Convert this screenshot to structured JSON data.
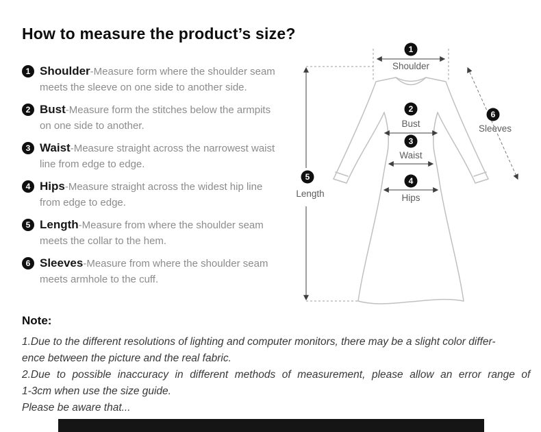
{
  "title": "How to measure the product’s size?",
  "instructions": [
    {
      "num": "1",
      "term": "Shoulder",
      "desc": "-Measure form where the shoulder seam meets the sleeve on one side to another side."
    },
    {
      "num": "2",
      "term": "Bust",
      "desc": "-Measure form the stitches below the armpits on one side to another."
    },
    {
      "num": "3",
      "term": "Waist",
      "desc": "-Measure straight across the narrowest waist line from edge to edge."
    },
    {
      "num": "4",
      "term": "Hips",
      "desc": "-Measure straight across the widest hip line from edge to edge."
    },
    {
      "num": "5",
      "term": "Length",
      "desc": "-Measure from where the shoulder seam meets the collar to the hem."
    },
    {
      "num": "6",
      "term": "Sleeves",
      "desc": "-Measure from where the shoulder seam meets armhole to the cuff."
    }
  ],
  "diagram": {
    "shoulder": {
      "num": "1",
      "label": "Shoulder"
    },
    "bust": {
      "num": "2",
      "label": "Bust"
    },
    "waist": {
      "num": "3",
      "label": "Waist"
    },
    "hips": {
      "num": "4",
      "label": "Hips"
    },
    "length": {
      "num": "5",
      "label": "Length"
    },
    "sleeves": {
      "num": "6",
      "label": "Sleeves"
    }
  },
  "note": {
    "heading": "Note:",
    "lines": [
      "1.Due to the different resolutions of lighting and computer monitors, there may be a slight color differ-",
      "ence between the picture and the real fabric.",
      "2.Due to possible inaccuracy in different methods of measurement, please allow an error range of",
      "1-3cm when use the size guide.",
      "Please be aware that..."
    ]
  },
  "colors": {
    "badge": "#0f0f0f",
    "line_art": "#c0c0c0",
    "annotation": "#3f3f3f"
  }
}
